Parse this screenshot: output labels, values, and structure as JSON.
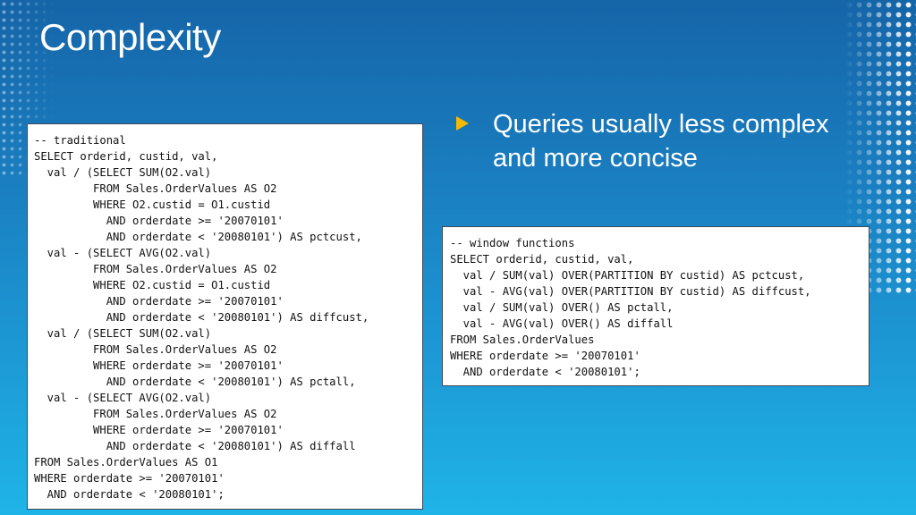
{
  "slide": {
    "title": "Complexity",
    "bullet": "Queries usually less complex and more concise",
    "accent_color": "#f2b900",
    "bullet_icon": "triangle-bullet-icon"
  },
  "code": {
    "traditional": "-- traditional\nSELECT orderid, custid, val,\n  val / (SELECT SUM(O2.val)\n         FROM Sales.OrderValues AS O2\n         WHERE O2.custid = O1.custid\n           AND orderdate >= '20070101'\n           AND orderdate < '20080101') AS pctcust,\n  val - (SELECT AVG(O2.val)\n         FROM Sales.OrderValues AS O2\n         WHERE O2.custid = O1.custid\n           AND orderdate >= '20070101'\n           AND orderdate < '20080101') AS diffcust,\n  val / (SELECT SUM(O2.val)\n         FROM Sales.OrderValues AS O2\n         WHERE orderdate >= '20070101'\n           AND orderdate < '20080101') AS pctall,\n  val - (SELECT AVG(O2.val)\n         FROM Sales.OrderValues AS O2\n         WHERE orderdate >= '20070101'\n           AND orderdate < '20080101') AS diffall\nFROM Sales.OrderValues AS O1\nWHERE orderdate >= '20070101'\n  AND orderdate < '20080101';",
    "window": "-- window functions\nSELECT orderid, custid, val,\n  val / SUM(val) OVER(PARTITION BY custid) AS pctcust,\n  val - AVG(val) OVER(PARTITION BY custid) AS diffcust,\n  val / SUM(val) OVER() AS pctall,\n  val - AVG(val) OVER() AS diffall\nFROM Sales.OrderValues\nWHERE orderdate >= '20070101'\n  AND orderdate < '20080101';"
  }
}
